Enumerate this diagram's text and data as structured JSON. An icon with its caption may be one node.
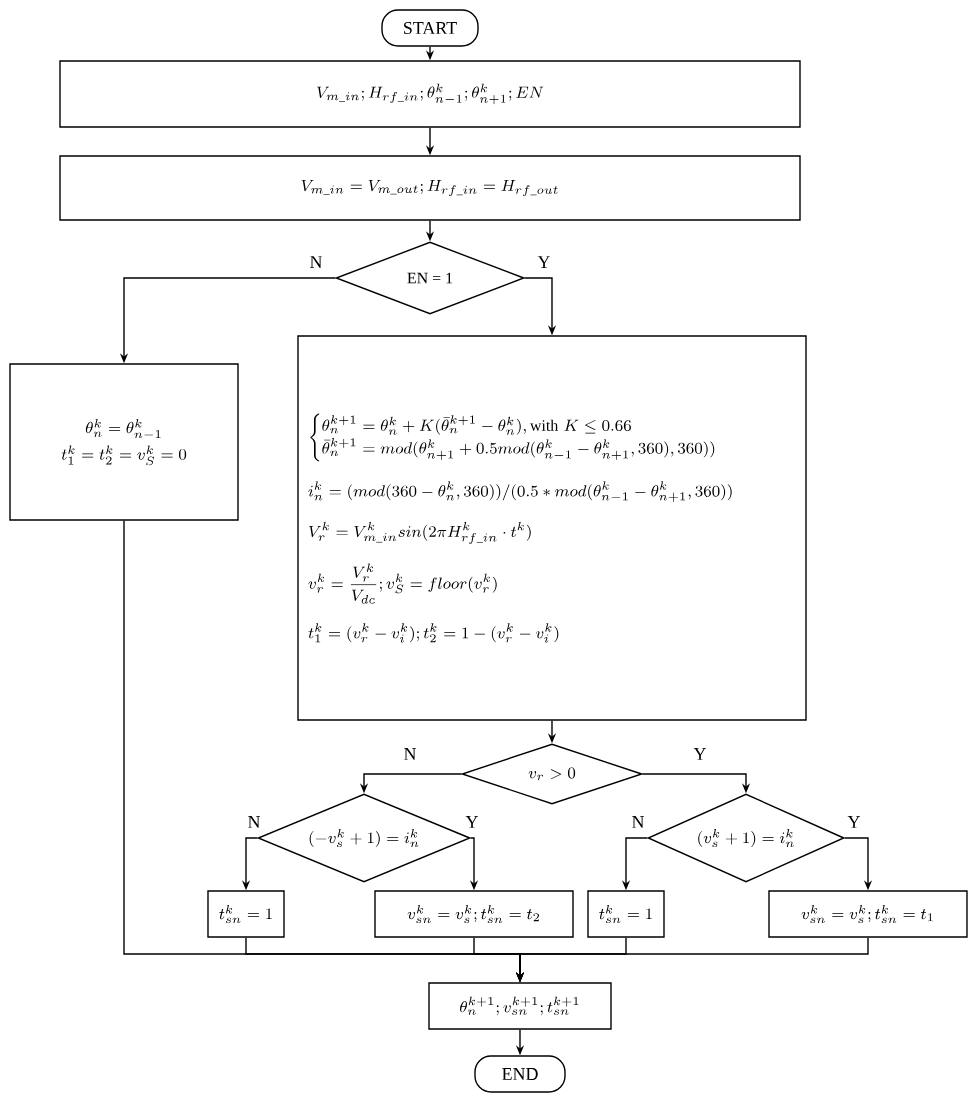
{
  "diagram": {
    "nodes": [
      {
        "text": [
          "START"
        ]
      },
      {
        "text": [
          "V_{m\\_in}; H_{rf\\_in}; \\theta_{n-1}^k; \\theta_{n+1}^k; EN"
        ]
      },
      {
        "text": [
          "V_{m\\_in} = V_{m\\_out}; H_{rf\\_in} = H_{rf\\_out}"
        ]
      },
      {
        "text": [
          "EN = 1"
        ]
      },
      {
        "text": [
          "\\theta_n^k = \\theta_{n-1}^k",
          "t_1^k = t_2^k = v_S^k = 0"
        ]
      },
      {
        "text": [
          "\\begin{cases}\\theta_n^{k+1} = \\theta_n^k + K(\\bar{\\theta}_n^{k+1} - \\theta_n^k), \\text{with } K \\le 0.66 \\\\ \\bar{\\theta}_n^{k+1} = mod(\\theta_{n+1}^k + 0.5mod(\\theta_{n-1}^k - \\theta_{n+1}^k,360),360))\\end{cases}",
          "i_n^k = (mod(360 - \\theta_n^k,360)) / (0.5 * mod(\\theta_{n-1}^k - \\theta_{n+1}^k,360))",
          "V_r^k = V_{m\\_in}^k sin(2\\pi H_{rf\\_in}^k \\cdot t^k)",
          "v_r^k = \\frac{V_r^k}{V_{dc}}; v_S^k = floor(v_r^k)",
          "t_1^k = (v_r^k - v_i^k); t_2^k = 1 - (v_r^k - v_i^k)"
        ]
      },
      {
        "text": [
          "v_r > 0"
        ]
      },
      {
        "text": [
          "(-v_s^k + 1) = i_n^k"
        ]
      },
      {
        "text": [
          "(v_s^k + 1) = i_n^k"
        ]
      },
      {
        "text": [
          "t_{sn}^k = 1"
        ]
      },
      {
        "text": [
          "v_{sn}^k = v_s^k; t_{sn}^k = t_2"
        ]
      },
      {
        "text": [
          "t_{sn}^k = 1"
        ]
      },
      {
        "text": [
          "v_{sn}^k = v_s^k; t_{sn}^k = t_1"
        ]
      },
      {
        "text": [
          "\\theta_n^{k+1}; v_{sn}^{k+1}; t_{sn}^{k+1}"
        ]
      },
      {
        "text": [
          "END"
        ]
      }
    ],
    "edges": [
      {
        "from": 0,
        "to": 1,
        "arrow": "to"
      },
      {
        "from": 1,
        "to": 2,
        "arrow": "to"
      },
      {
        "from": 2,
        "to": 3,
        "arrow": "to"
      },
      {
        "from": 3,
        "to": 4,
        "arrow": "to",
        "label": "N"
      },
      {
        "from": 3,
        "to": 5,
        "arrow": "to",
        "label": "Y"
      },
      {
        "from": 5,
        "to": 6,
        "arrow": "to"
      },
      {
        "from": 6,
        "to": 7,
        "arrow": "to",
        "label": "N"
      },
      {
        "from": 6,
        "to": 8,
        "arrow": "to",
        "label": "Y"
      },
      {
        "from": 7,
        "to": 9,
        "arrow": "to",
        "label": "N"
      },
      {
        "from": 7,
        "to": 10,
        "arrow": "to",
        "label": "Y"
      },
      {
        "from": 8,
        "to": 11,
        "arrow": "to",
        "label": "N"
      },
      {
        "from": 8,
        "to": 12,
        "arrow": "to",
        "label": "Y"
      },
      {
        "from": 4,
        "to": 13,
        "arrow": "to"
      },
      {
        "from": 9,
        "to": 13,
        "arrow": "to"
      },
      {
        "from": 10,
        "to": 13,
        "arrow": "to"
      },
      {
        "from": 11,
        "to": 13,
        "arrow": "to"
      },
      {
        "from": 12,
        "to": 13,
        "arrow": "to"
      },
      {
        "from": 13,
        "to": 14,
        "arrow": "to"
      }
    ]
  }
}
